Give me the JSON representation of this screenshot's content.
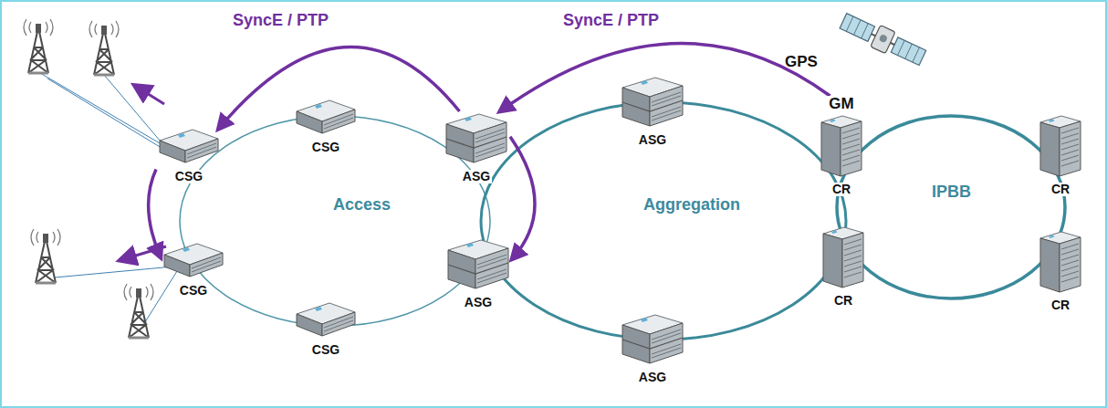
{
  "diagram": {
    "nodes": [
      {
        "text": [
          "CSG"
        ]
      },
      {
        "text": [
          "CSG"
        ]
      },
      {
        "text": [
          "ASG"
        ]
      },
      {
        "text": [
          "ASG"
        ]
      },
      {
        "text": [
          "GM",
          "CR"
        ]
      },
      {
        "text": [
          "CR"
        ]
      },
      {
        "text": [
          "CSG"
        ]
      },
      {
        "text": [
          "ASG"
        ]
      },
      {
        "text": [
          "CR"
        ]
      },
      {
        "text": [
          "CR"
        ]
      },
      {
        "text": [
          "CSG"
        ]
      },
      {
        "text": [
          "ASG"
        ]
      }
    ],
    "edges": [
      {
        "from": 4,
        "to": 2,
        "arrow": "to",
        "label": "SyncE / PTP"
      },
      {
        "from": 2,
        "to": 0,
        "arrow": "to",
        "label": "SyncE / PTP"
      },
      {
        "from": 2,
        "to": 7,
        "arrow": "to"
      },
      {
        "from": 0,
        "to": 6,
        "arrow": "to"
      }
    ],
    "labels": [
      "GPS",
      "Access",
      "Aggregation",
      "IPBB"
    ]
  }
}
